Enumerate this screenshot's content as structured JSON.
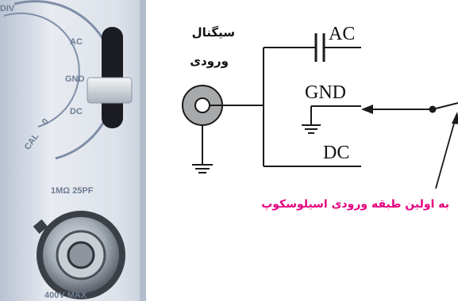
{
  "panel": {
    "switch_ac": "AC",
    "switch_gnd": "GND",
    "switch_dc": "DC",
    "cal": "CAL",
    "cal_zero": "0",
    "impedance": "1MΩ 25PF",
    "max_voltage": "400V MAX"
  },
  "diagram": {
    "signal_input_line1": "سیگنال",
    "signal_input_line2": "ورودی",
    "label_ac": "AC",
    "label_gnd": "GND",
    "label_dc": "DC",
    "caption": "به اولین طبقه ورودی اسیلوسکوپ"
  },
  "colors": {
    "caption": "#e6007e",
    "wire": "#1a1a1a",
    "panel_bg": "#dfe3ea"
  }
}
